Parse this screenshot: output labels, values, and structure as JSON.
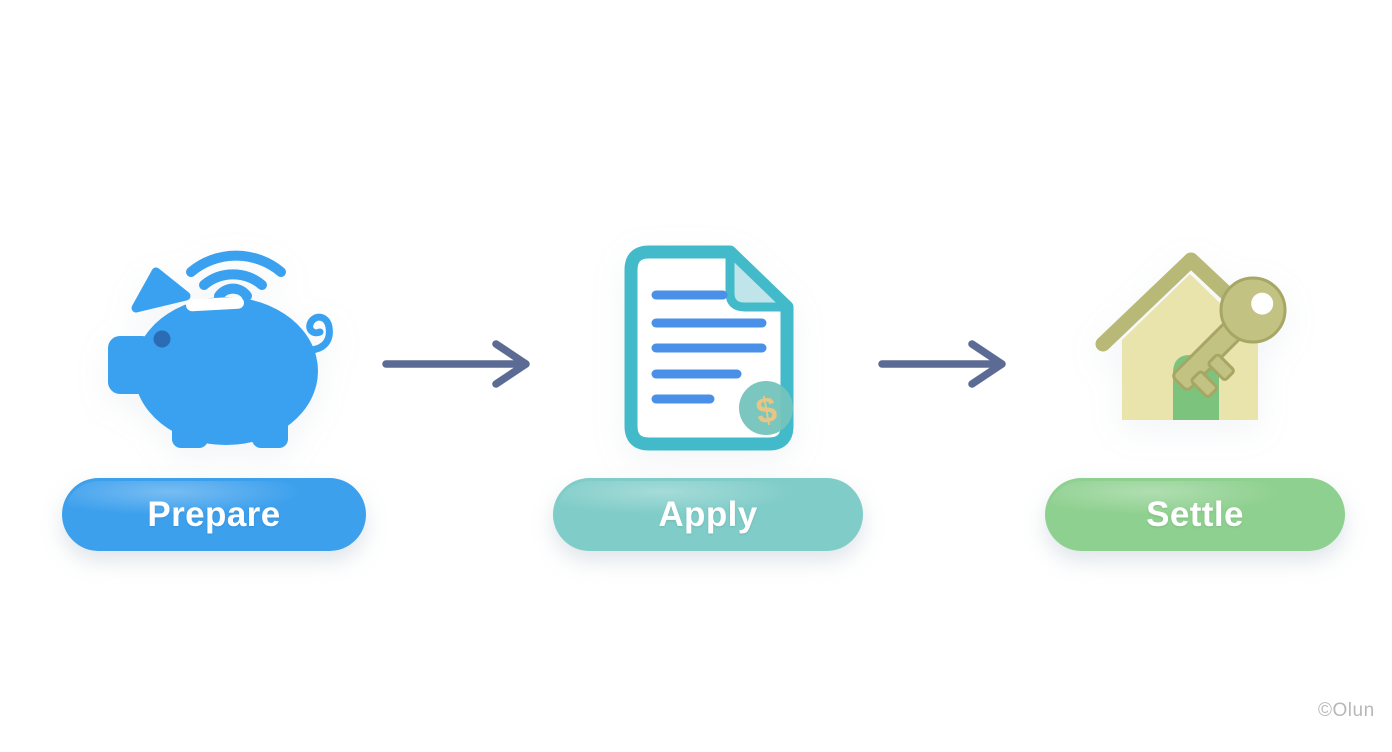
{
  "diagram": {
    "type": "flow",
    "direction": "left-to-right",
    "arrow_color": "#5b6b94",
    "steps": [
      {
        "id": "prepare",
        "label": "Prepare",
        "icon": "piggy-bank-savings-icon",
        "pill_color": "#3da0ed"
      },
      {
        "id": "apply",
        "label": "Apply",
        "icon": "loan-document-icon",
        "pill_color": "#7fccc8",
        "badge_symbol": "$"
      },
      {
        "id": "settle",
        "label": "Settle",
        "icon": "house-key-icon",
        "pill_color": "#8ed08f"
      }
    ]
  },
  "watermark": "©Olun",
  "colors": {
    "background": "#ffffff",
    "piggy_blue": "#3aa1f0",
    "piggy_eye_blue": "#2c6cb5",
    "doc_border_teal": "#42bac9",
    "doc_fold_teal": "#bfe5ea",
    "doc_line_blue": "#4a90e8",
    "badge_teal": "#74c4bd",
    "dollar_gold": "#e8c682",
    "house_beige": "#e9e4ab",
    "roof_khaki": "#b8b877",
    "door_green": "#7cc47e",
    "key_olive": "#c2c383",
    "key_outline": "#a6a765",
    "arrow_slate": "#5b6b94",
    "watermark_gray": "#acacac"
  }
}
